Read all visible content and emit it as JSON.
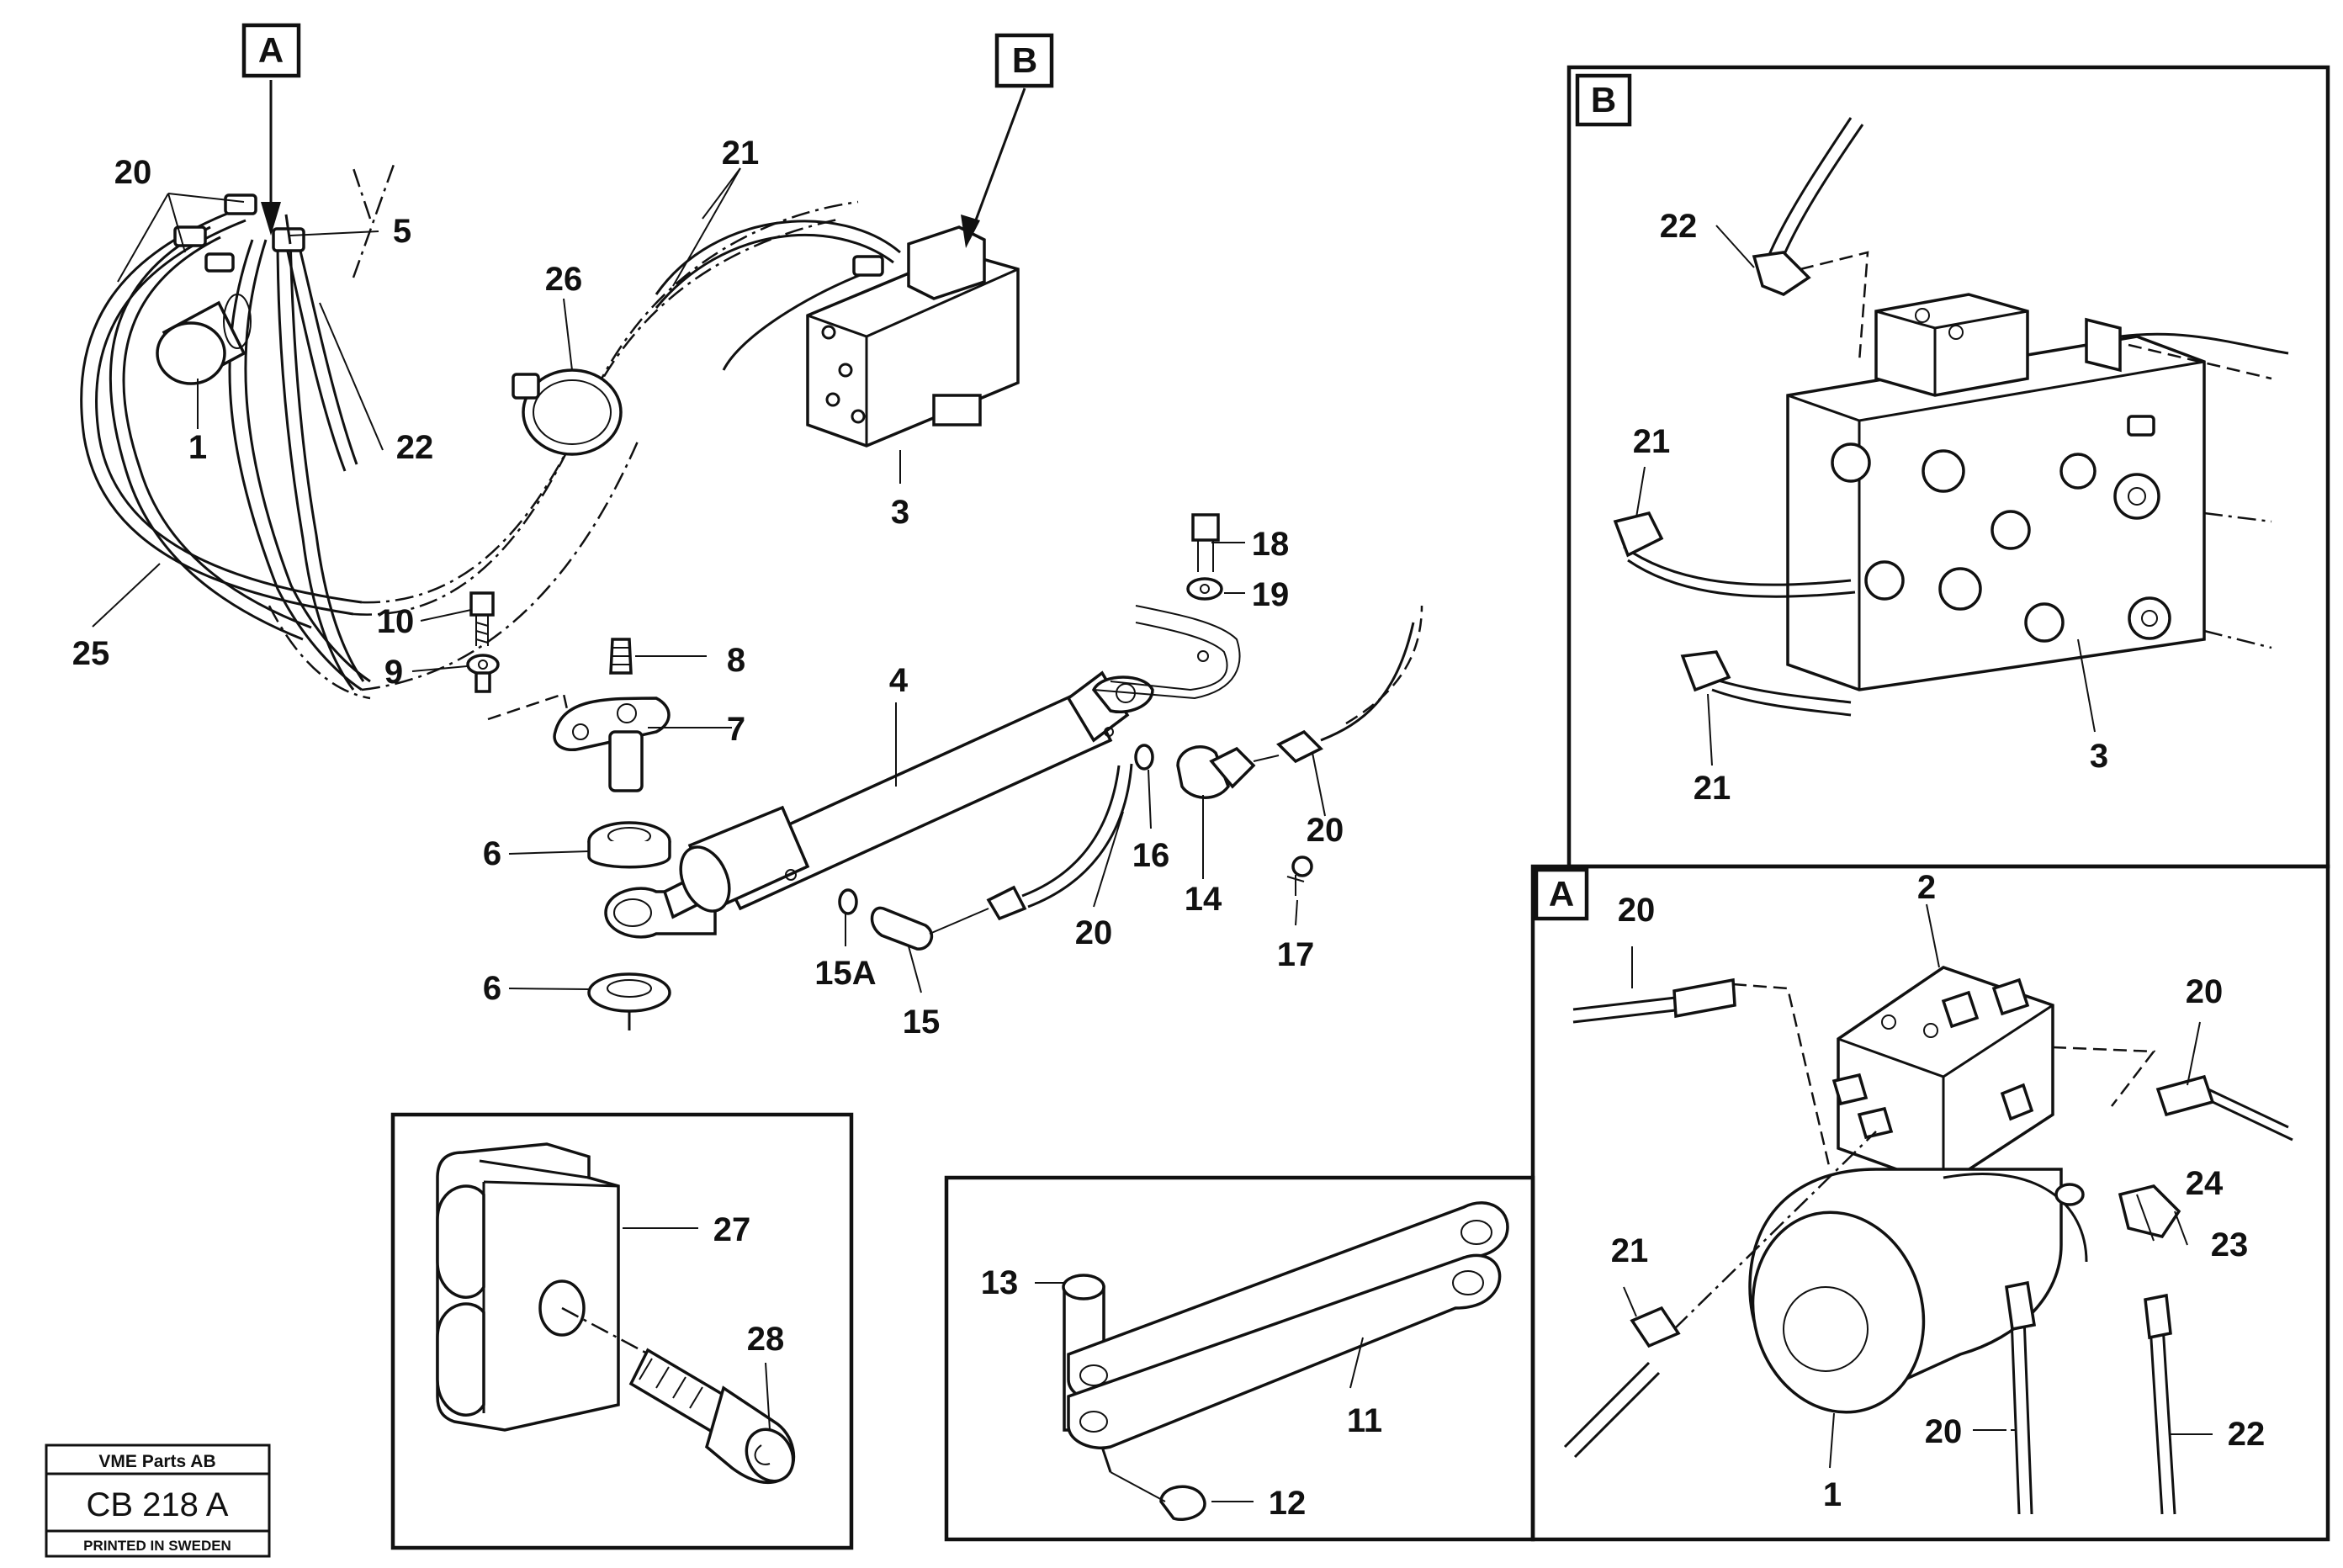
{
  "detail_tags": {
    "a": "A",
    "b": "B"
  },
  "callouts": {
    "n1": "1",
    "n2": "2",
    "n3": "3",
    "n4": "4",
    "n5": "5",
    "n6": "6",
    "n7": "7",
    "n8": "8",
    "n9": "9",
    "n10": "10",
    "n11": "11",
    "n12": "12",
    "n13": "13",
    "n14": "14",
    "n15": "15",
    "n15a": "15A",
    "n16": "16",
    "n17": "17",
    "n18": "18",
    "n19": "19",
    "n20": "20",
    "n21": "21",
    "n22": "22",
    "n23": "23",
    "n24": "24",
    "n25": "25",
    "n26": "26",
    "n27": "27",
    "n28": "28"
  },
  "stamp": {
    "company": "VME Parts AB",
    "code": "CB 218 A",
    "printed": "PRINTED IN SWEDEN"
  }
}
